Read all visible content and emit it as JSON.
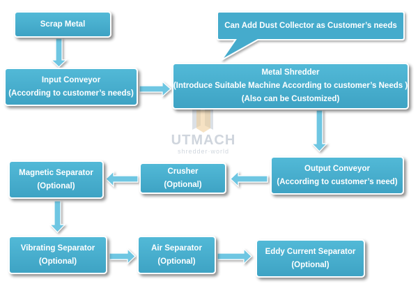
{
  "nodes": {
    "scrap_metal": {
      "lines": [
        "Scrap Metal"
      ]
    },
    "input_conveyor": {
      "lines": [
        "Input Conveyor",
        "(According to customer’s needs)"
      ]
    },
    "metal_shredder": {
      "lines": [
        "Metal Shredder",
        "(Introduce Suitable Machine According to customer’s Needs )",
        "(Also can be Customized)"
      ]
    },
    "output_conveyor": {
      "lines": [
        "Output Conveyor",
        "(According to customer’s need)"
      ]
    },
    "crusher": {
      "lines": [
        "Crusher",
        "(Optional)"
      ]
    },
    "magnetic_separator": {
      "lines": [
        "Magnetic Separator",
        "(Optional)"
      ]
    },
    "vibrating_separator": {
      "lines": [
        "Vibrating Separator",
        "(Optional)"
      ]
    },
    "air_separator": {
      "lines": [
        "Air Separator",
        "(Optional)"
      ]
    },
    "eddy_current_separator": {
      "lines": [
        "Eddy Current Separator",
        "(Optional)"
      ]
    }
  },
  "callout": {
    "text": "Can Add Dust Collector as Customer’s needs"
  },
  "watermark": {
    "brand": "UTMACH",
    "tagline": "shredder·world"
  },
  "colors": {
    "box_fill": "#45abcc",
    "arrow_fill": "#6ec6e2",
    "watermark": "#bfc8d2"
  }
}
